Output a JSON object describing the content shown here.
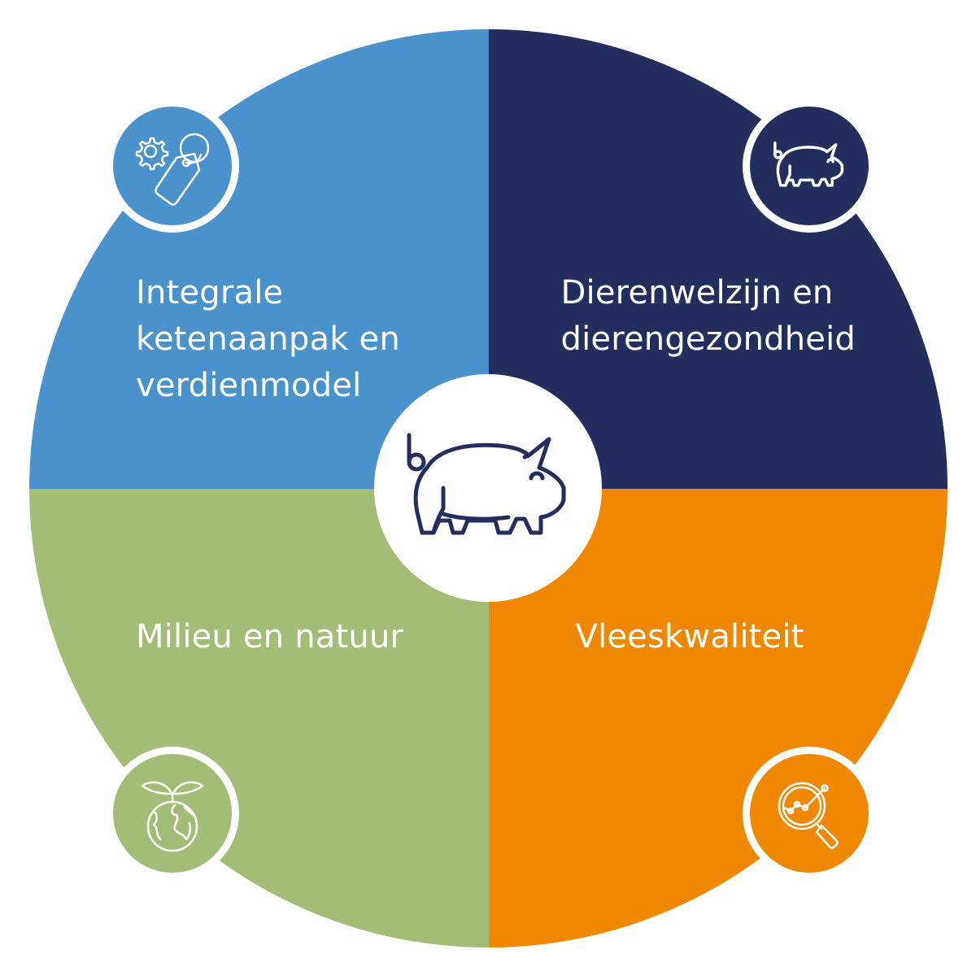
{
  "diagram": {
    "type": "quadrant-wheel",
    "center": {
      "icon": "pig-icon"
    },
    "quadrants": [
      {
        "position": "top-left",
        "label_lines": [
          "Integrale",
          "ketenaanpak en",
          "verdienmodel"
        ],
        "color": "#4a92cb",
        "icon": "gear-price-tag-icon"
      },
      {
        "position": "top-right",
        "label_lines": [
          "Dierenwelzijn en",
          "dierengezondheid"
        ],
        "color": "#232e5f",
        "icon": "pig-icon"
      },
      {
        "position": "bottom-left",
        "label_lines": [
          "Milieu en natuur"
        ],
        "color": "#a3bd76",
        "icon": "globe-sprout-icon"
      },
      {
        "position": "bottom-right",
        "label_lines": [
          "Vleeskwaliteit"
        ],
        "color": "#f08700",
        "icon": "magnifier-chart-icon"
      }
    ],
    "stroke_color": "#232e5f",
    "background": "#ffffff"
  }
}
